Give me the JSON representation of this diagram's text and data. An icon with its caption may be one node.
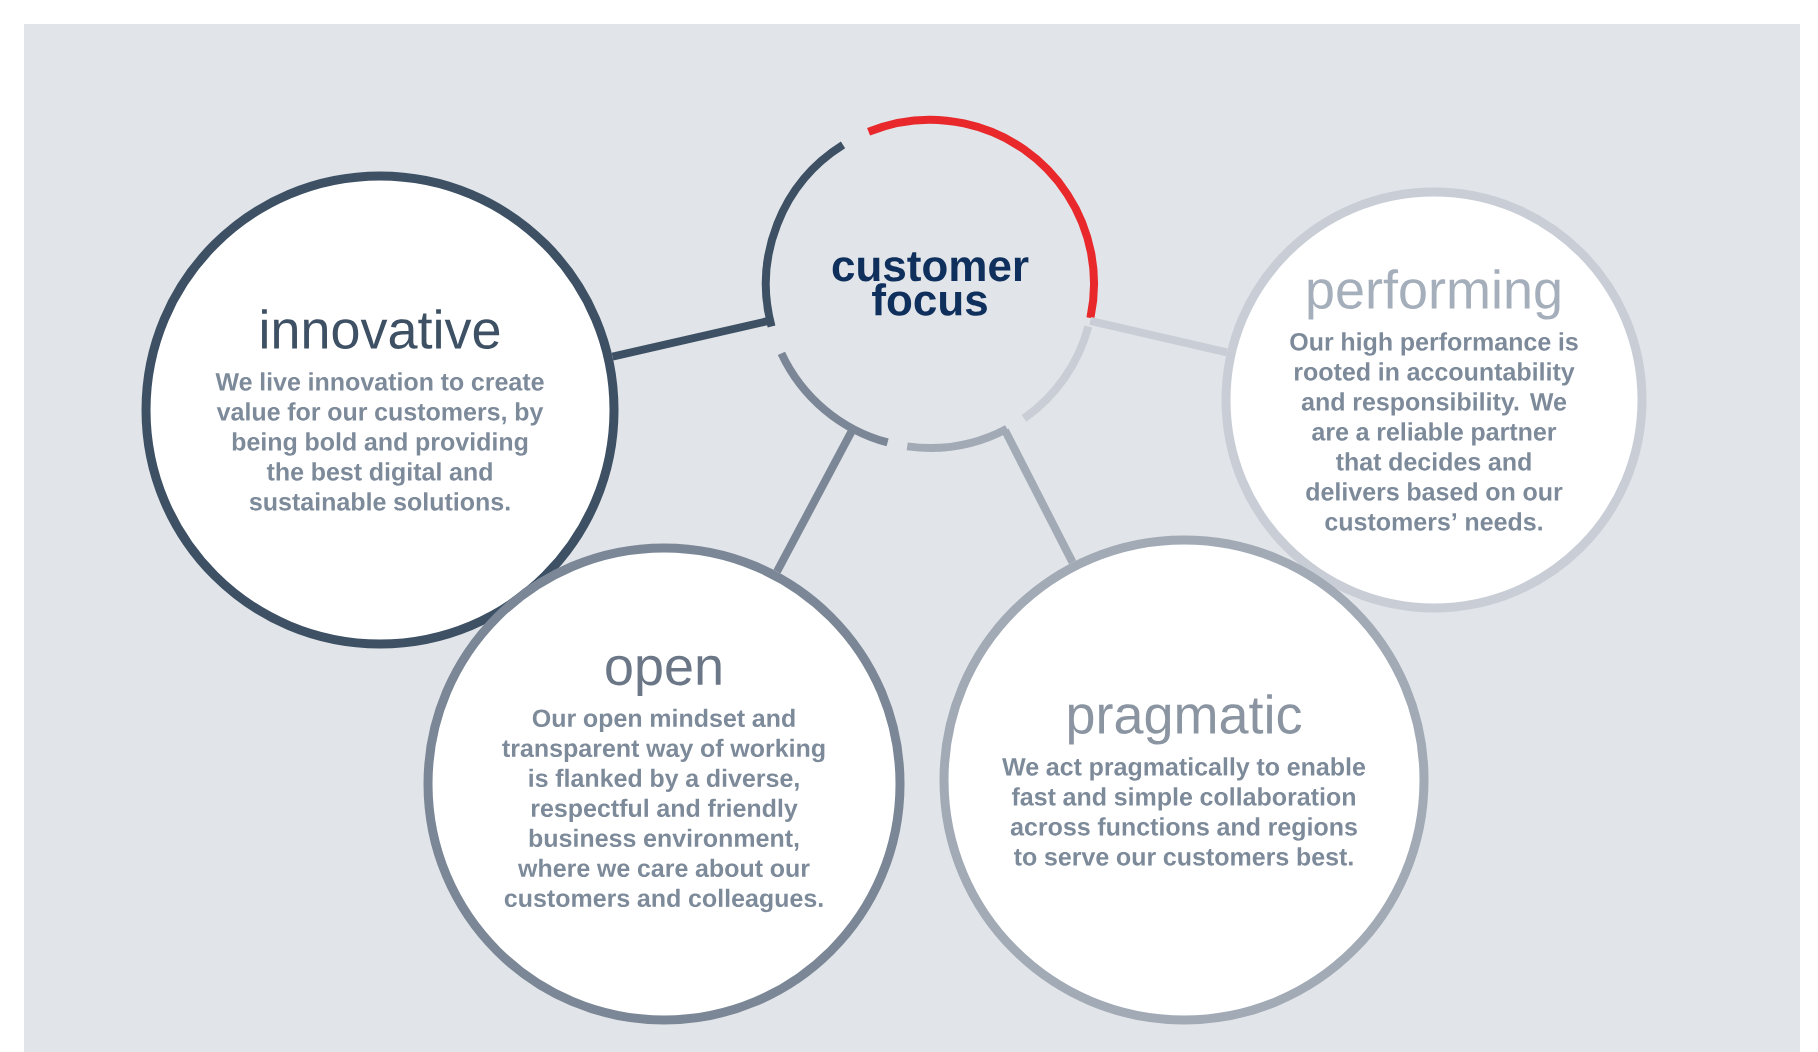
{
  "diagram": {
    "nodes": [
      {
        "text": [
          "customer focus"
        ]
      },
      {
        "text": [
          "innovative",
          "We live innovation to create value for our customers, by being bold and providing the best digital and sustainable solutions."
        ]
      },
      {
        "text": [
          "performing",
          "Our high performance is rooted in accountability and responsibility. We are a reliable partner that decides and delivers based on our customers’ needs."
        ]
      },
      {
        "text": [
          "open",
          "Our open mindset and transparent way of working is flanked by a diverse, respectful and friendly business environment, where we care about our customers and colleagues."
        ]
      },
      {
        "text": [
          "pragmatic",
          "We act pragmatically to enable fast and simple collaboration across functions and regions to serve our customers best."
        ]
      }
    ],
    "edges": [
      {
        "from": 0,
        "to": 1,
        "arrow": "none",
        "color": "#3d5064"
      },
      {
        "from": 0,
        "to": 2,
        "arrow": "none",
        "color": "#c9ced6"
      },
      {
        "from": 0,
        "to": 3,
        "arrow": "none",
        "color": "#7b8796"
      },
      {
        "from": 0,
        "to": 4,
        "arrow": "none",
        "color": "#a1aab5"
      }
    ]
  }
}
